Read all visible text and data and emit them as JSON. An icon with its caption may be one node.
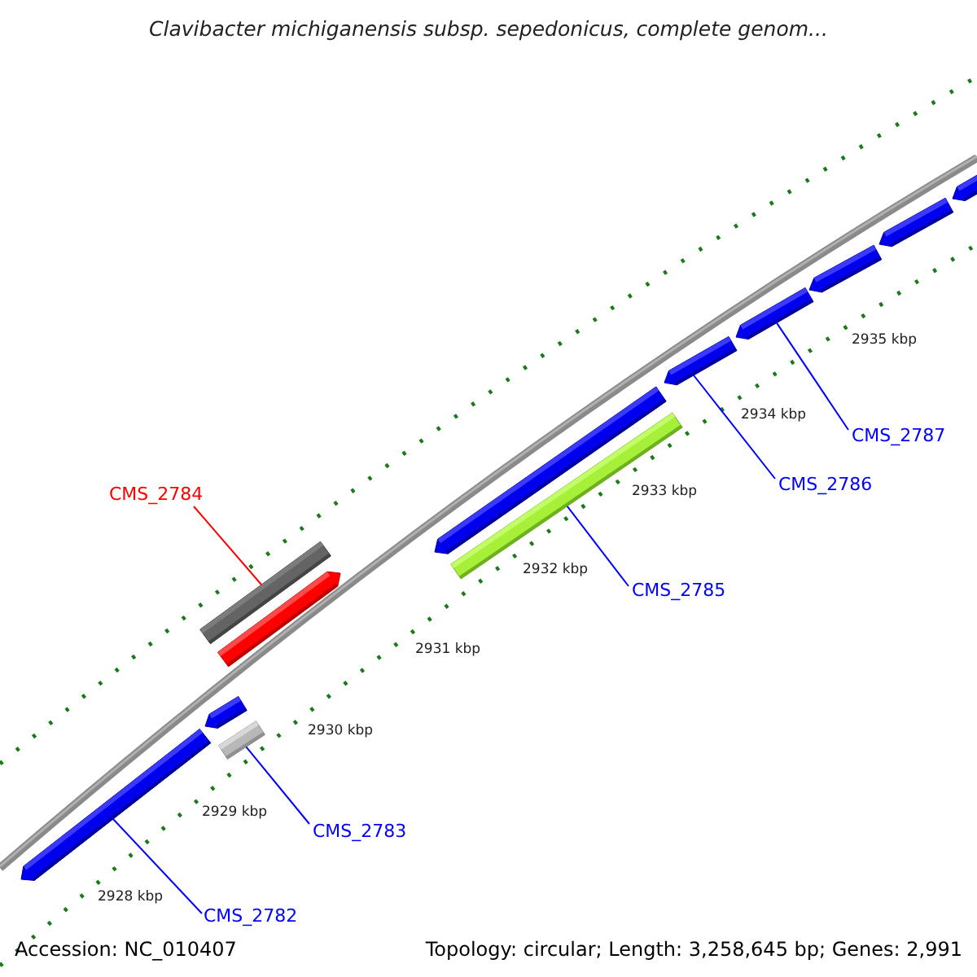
{
  "diagram": {
    "title": "Clavibacter michiganensis subsp. sepedonicus, complete genom...",
    "nodes": [
      {
        "text": [],
        "shape": "pentagon"
      },
      {
        "text": [],
        "shape": "pentagon"
      },
      {
        "text": [],
        "shape": "bar"
      },
      {
        "text": [],
        "shape": "bar"
      },
      {
        "text": [],
        "shape": "pentagon"
      },
      {
        "text": [],
        "shape": "pentagon"
      },
      {
        "text": [],
        "shape": "bar"
      },
      {
        "text": [],
        "shape": "pentagon"
      },
      {
        "text": [],
        "shape": "pentagon"
      },
      {
        "text": [],
        "shape": "pentagon"
      },
      {
        "text": [],
        "shape": "pentagon"
      },
      {
        "text": [],
        "shape": "pentagon"
      },
      {
        "text": [
          "CMS_2784"
        ]
      },
      {
        "text": [
          "CMS_2787"
        ]
      },
      {
        "text": [
          "CMS_2786"
        ]
      },
      {
        "text": [
          "CMS_2785"
        ]
      },
      {
        "text": [
          "CMS_2783"
        ]
      },
      {
        "text": [
          "CMS_2782"
        ]
      }
    ],
    "edges": [
      {
        "from": 12,
        "to": 3,
        "arrow": "none",
        "color": "#ff0000"
      },
      {
        "from": 13,
        "to": 8,
        "arrow": "none"
      },
      {
        "from": 14,
        "to": 7,
        "arrow": "none"
      },
      {
        "from": 15,
        "to": 6,
        "arrow": "none"
      },
      {
        "from": 16,
        "to": 2,
        "arrow": "none"
      },
      {
        "from": 17,
        "to": 0,
        "arrow": "none"
      }
    ],
    "labels": [
      "2935 kbp",
      "2934 kbp",
      "2933 kbp",
      "2932 kbp",
      "2931 kbp",
      "2930 kbp",
      "2929 kbp",
      "2928 kbp",
      "Accession: NC_010407",
      "Topology: circular; Length: 3,258,645 bp; Genes: 2,991"
    ]
  }
}
